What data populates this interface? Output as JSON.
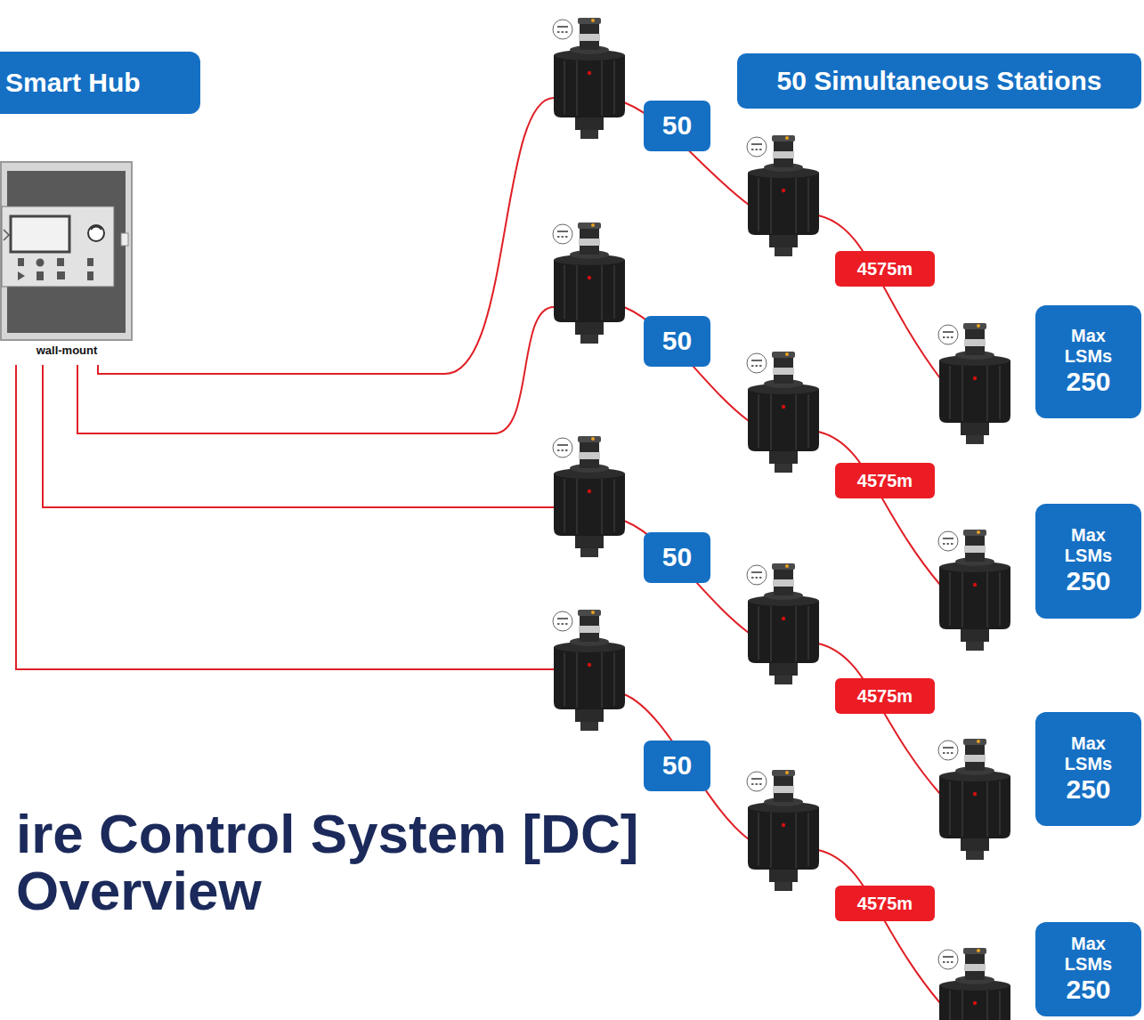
{
  "diagram": {
    "title": "ire Control System [DC] Overview",
    "nodes": [
      {
        "text": [
          "Smart Hub"
        ]
      },
      {
        "text": [
          "50 Simultaneous Stations"
        ]
      },
      {
        "text": [
          "50"
        ]
      },
      {
        "text": [
          "4575m"
        ]
      },
      {
        "text": [
          "Max LSMs",
          "250"
        ]
      },
      {
        "text": [
          "50"
        ]
      },
      {
        "text": [
          "4575m"
        ]
      },
      {
        "text": [
          "Max LSMs",
          "250"
        ]
      },
      {
        "text": [
          "50"
        ]
      },
      {
        "text": [
          "4575m"
        ]
      },
      {
        "text": [
          "Max LSMs",
          "250"
        ]
      },
      {
        "text": [
          "50"
        ]
      },
      {
        "text": [
          "4575m"
        ]
      },
      {
        "text": [
          "Max LSMs",
          "250"
        ]
      }
    ],
    "labels": [
      "wall-mount"
    ]
  }
}
